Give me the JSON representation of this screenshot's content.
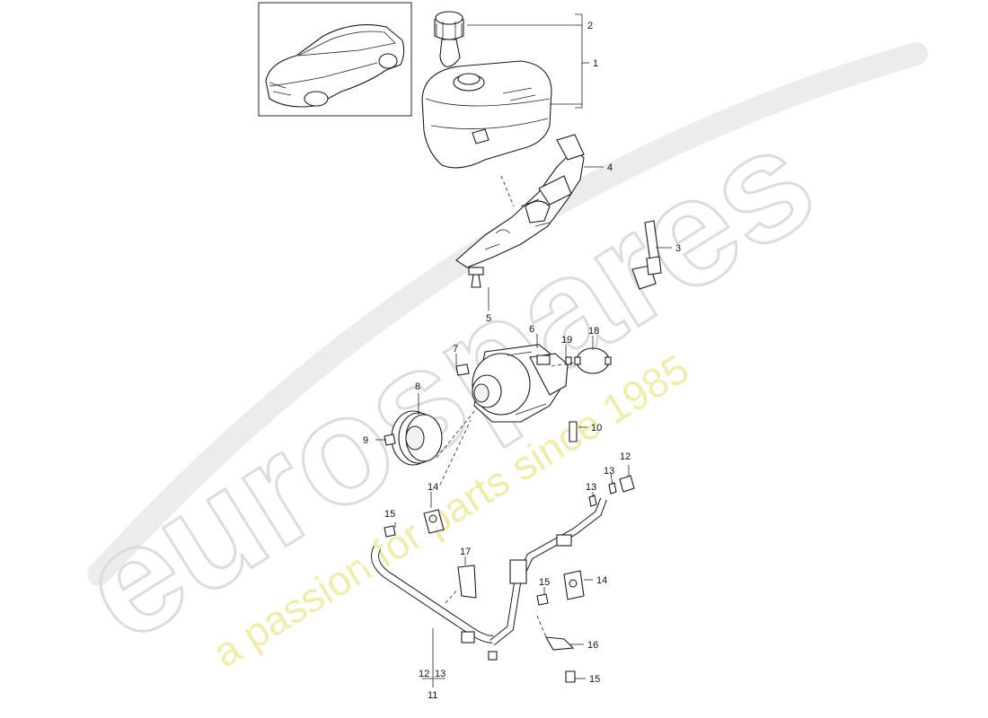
{
  "watermark": {
    "logo_text": "eurospares",
    "tagline": "a passion for parts since 1985"
  },
  "callouts": {
    "c1": "1",
    "c2": "2",
    "c3": "3",
    "c4": "4",
    "c5": "5",
    "c6": "6",
    "c7": "7",
    "c8": "8",
    "c9": "9",
    "c10": "10",
    "c11": "11",
    "c12a": "12",
    "c12b": "12",
    "c13a": "13",
    "c13b": "13",
    "c13c": "13",
    "c14a": "14",
    "c14b": "14",
    "c15a": "15",
    "c15b": "15",
    "c15c": "15",
    "c16": "16",
    "c17": "17",
    "c18": "18",
    "c19": "19"
  }
}
